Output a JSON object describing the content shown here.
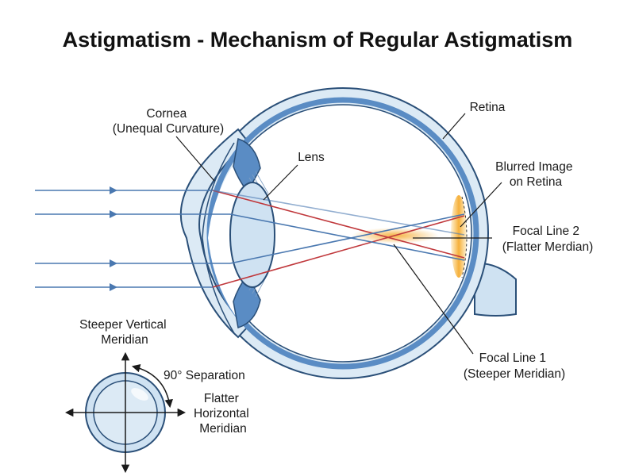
{
  "title": "Astigmatism - Mechanism of Regular Astigmatism",
  "labels": {
    "cornea": [
      "Cornea",
      "(Unequal Curvature)"
    ],
    "lens": "Lens",
    "retina": "Retina",
    "blurred_image": [
      "Blurred Image",
      "on Retina"
    ],
    "focal_line_2": [
      "Focal Line 2",
      "(Flatter Merdian)"
    ],
    "focal_line_1": [
      "Focal Line 1",
      "(Steeper Meridian)"
    ],
    "steeper_vertical": [
      "Steeper Vertical",
      "Meridian"
    ],
    "separation": "90° Separation",
    "flatter_horizontal": [
      "Flatter",
      "Horizontal",
      "Meridian"
    ]
  },
  "colors": {
    "sclera_fill": "#dceaf5",
    "outline": "#2a4f78",
    "choroid": "#5a8cc4",
    "lens_fill": "#cfe2f2",
    "ray_blue": "#4a78b0",
    "ray_red": "#c0383c",
    "focus_glow": "#f5a623"
  }
}
